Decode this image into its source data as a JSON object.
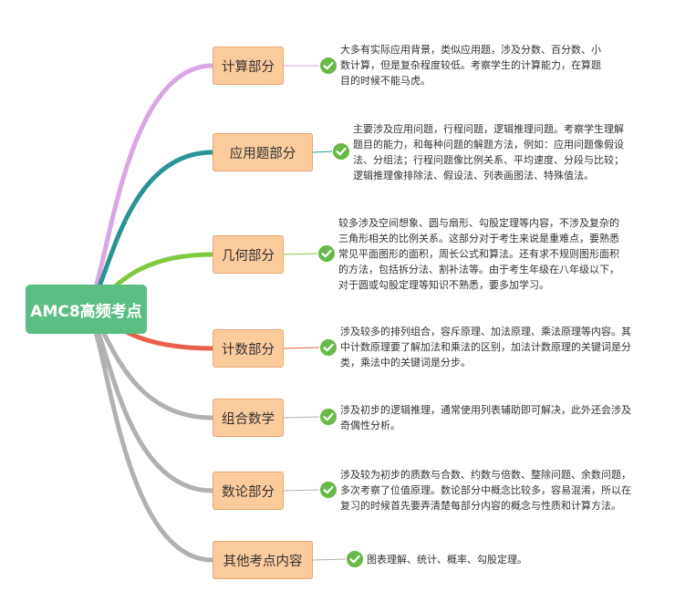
{
  "root": {
    "label": "AMC8高频考点"
  },
  "colors": {
    "root_bg": "#5bbf83",
    "topic_bg": "#fccb9c",
    "topic_border": "#e4a770",
    "check_color": "#67b948",
    "branches": [
      "#d9a6e6",
      "#2a9494",
      "#7fc93e",
      "#e85f4b",
      "#b1b1b1",
      "#b1b1b1",
      "#b1b1b1"
    ]
  },
  "topics": [
    {
      "label": "计算部分",
      "lines": [
        "大多有实际应用背景，类似应用题，涉及分数、百分数、小",
        "数计算，但是复杂程度较低。考察学生的计算能力，在算题",
        "目的时候不能马虎。"
      ]
    },
    {
      "label": "应用题部分",
      "lines": [
        "主要涉及应用问题，行程问题，逻辑推理问题。考察学生理解",
        "题目的能力，和每种问题的解题方法，例如：应用问题像假设",
        "法、分组法；行程问题像比例关系、平均速度、分段与比较；",
        "逻辑推理像排除法、假设法、列表画图法、特殊值法。"
      ]
    },
    {
      "label": "几何部分",
      "lines": [
        "较多涉及空间想象、圆与扇形、勾股定理等内容，不涉及复杂的",
        "三角形相关的比例关系。这部分对于考生来说是重难点，要熟悉",
        "常见平面图形的面积，周长公式和算法。还有求不规则图形面积",
        "的方法，包括拆分法、割补法等。由于考生年级在八年级以下，",
        "对于圆或勾股定理等知识不熟悉，要多加学习。"
      ]
    },
    {
      "label": "计数部分",
      "lines": [
        "涉及较多的排列组合，容斥原理、加法原理、乘法原理等内容。其",
        "中计数原理要了解加法和乘法的区别，加法计数原理的关键词是分",
        "类，乘法中的关键词是分步。"
      ]
    },
    {
      "label": "组合数学",
      "lines": [
        "涉及初步的逻辑推理，通常使用列表辅助即可解决，此外还会涉及",
        "奇偶性分析。"
      ]
    },
    {
      "label": "数论部分",
      "lines": [
        "涉及较为初步的质数与合数、约数与倍数、整除问题、余数问题，",
        "多次考察了位值原理。数论部分中概念比较多，容易混淆，所以在",
        "复习的时候首先要弄清楚每部分内容的概念与性质和计算方法。"
      ]
    },
    {
      "label": "其他考点内容",
      "lines": [
        "图表理解、统计、概率、勾股定理。"
      ]
    }
  ]
}
